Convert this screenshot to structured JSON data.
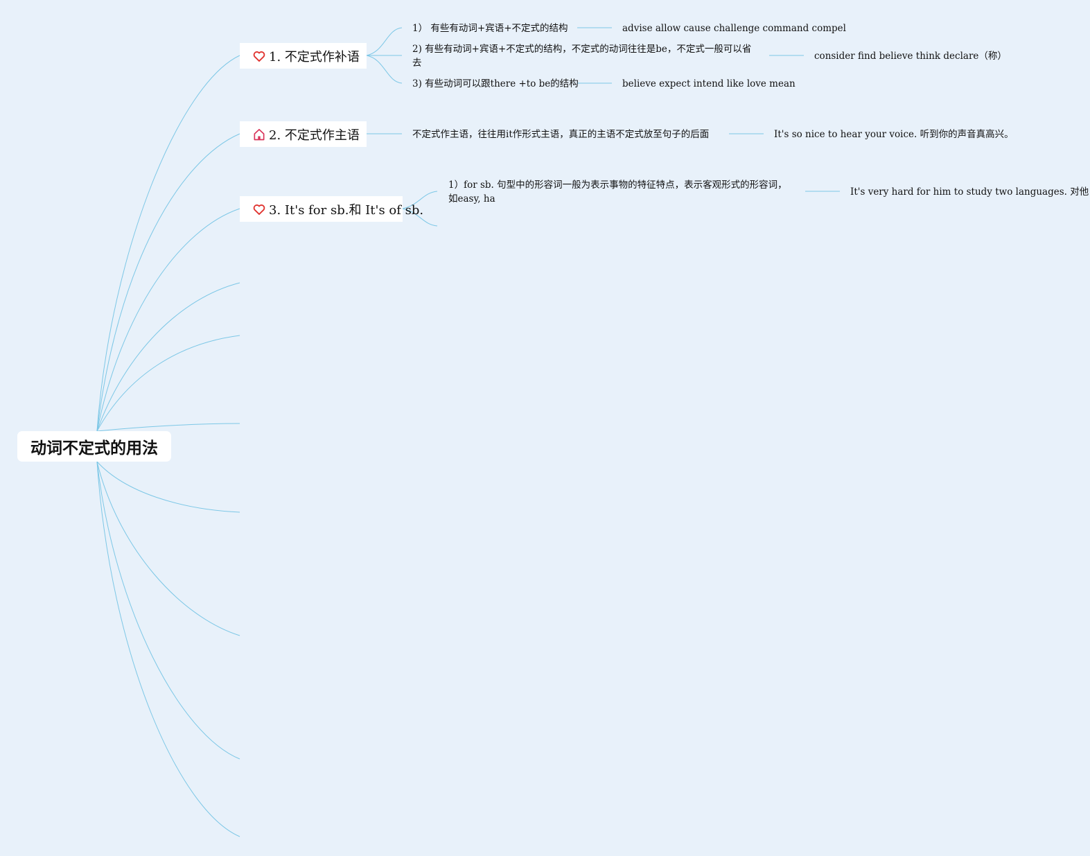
{
  "root": {
    "title": "动词不定式的用法"
  },
  "branches": [
    {
      "label": "1. 不定式作补语",
      "icon": "heart-icon",
      "items": [
        {
          "text": "1）  有些有动词+宾语+不定式的结构",
          "example": "advise allow cause challenge command compel"
        },
        {
          "text": "2) 有些有动词+宾语+不定式的结构，不定式的动词往往是be，不定式一般可以省去",
          "example": "consider find believe think declare（称）"
        },
        {
          "text": "3) 有些动词可以跟there +to be的结构",
          "example": "believe expect intend like love mean"
        }
      ]
    },
    {
      "label": "2. 不定式作主语",
      "icon": "home-icon",
      "items": [
        {
          "text": "不定式作主语，往往用it作形式主语，真正的主语不定式放至句子的后面",
          "example": "It's so nice to hear your voice. 听到你的声音真高兴。"
        }
      ]
    },
    {
      "label": "3. It's for sb.和 It's of sb.",
      "icon": "heart-icon",
      "items": [
        {
          "text": "1）for sb. 句型中的形容词一般为表示事物的特征特点，表示客观形式的形容词，如easy, ha",
          "example": "It's very hard for him to study two languages. 对他"
        }
      ]
    }
  ],
  "colors": {
    "line": "#7cc7e6",
    "background": "#e8f1fa",
    "heart": "#e0332f",
    "home": "#d9345a"
  }
}
